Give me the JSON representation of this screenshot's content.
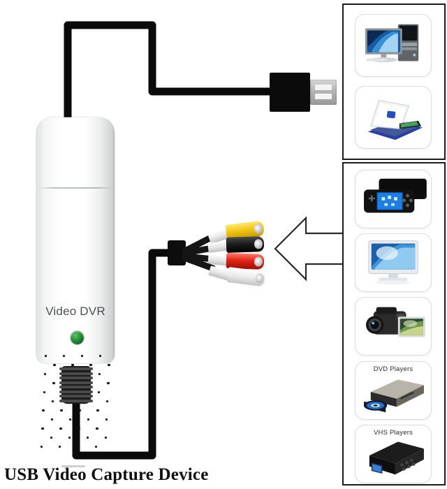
{
  "caption": "USB Video Capture Device",
  "device": {
    "label": "Video DVR",
    "led_color": "#2a9438",
    "body_color": "#ffffff",
    "name": "usb-video-capture-dongle"
  },
  "usb_connector": {
    "body_color": "#0b0b0b",
    "tip_color": "#b4b4b4"
  },
  "rca_connectors": [
    {
      "name": "yellow-composite-video",
      "color": "#f0c514",
      "label": ""
    },
    {
      "name": "black-connector",
      "color": "#1a1a1a",
      "label": ""
    },
    {
      "name": "red-audio-right",
      "color": "#e02214",
      "label": ""
    },
    {
      "name": "white-audio-left",
      "color": "#ededed",
      "label": ""
    }
  ],
  "panels": [
    {
      "name": "computers-panel",
      "items": [
        {
          "name": "desktop-computer-image",
          "caption": ""
        },
        {
          "name": "laptop-computer-image",
          "caption": ""
        }
      ]
    },
    {
      "name": "video-sources-panel",
      "items": [
        {
          "name": "handheld-game-console-image",
          "caption": ""
        },
        {
          "name": "lcd-monitor-tv-image",
          "caption": ""
        },
        {
          "name": "camcorder-image",
          "caption": ""
        },
        {
          "name": "dvd-player-image",
          "caption": "DVD Players"
        },
        {
          "name": "vhs-player-image",
          "caption": "VHS Players"
        }
      ]
    }
  ],
  "arrow": {
    "name": "source-to-device-arrow",
    "direction": "left",
    "stroke": "#2a2a2a"
  }
}
